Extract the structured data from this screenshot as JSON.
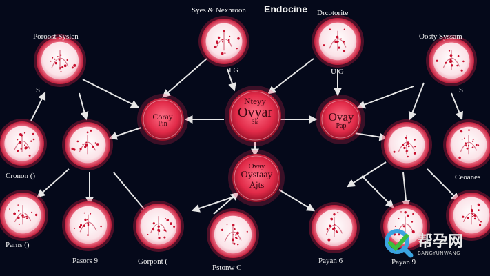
{
  "labels": {
    "top_left_title": "Syes & Nexhroon",
    "top_title": "Endocine",
    "top_right_title": "Drcotorite",
    "upper_left": "Poroost Syslen",
    "upper_right": "Oosty Syssam",
    "top_center_mark": "I G",
    "top_right_mark": "U G",
    "left_mark": "S",
    "right_mark": "S",
    "left_mid": "Cronon ()",
    "right_mid": "Ceoanes",
    "bottom_1": "Parns ()",
    "bottom_2": "Pasors 9",
    "bottom_3": "Gorpont (",
    "bottom_4": "Pstonw C",
    "bottom_5": "Payan 6",
    "bottom_6": "Payan 9"
  },
  "center_nodes": {
    "left": [
      "Coray",
      "Pin"
    ],
    "main": [
      "Nteyy",
      "Ovyar",
      "Sta"
    ],
    "right": [
      "Ovay",
      "Pap"
    ],
    "lower": [
      "Ovay",
      "Oystaay",
      "Ajts"
    ]
  },
  "watermark": {
    "text": "帮孕网",
    "sub": "BANGYUNWANG"
  },
  "colors": {
    "background": "#05091a",
    "node_red": "#e8304f",
    "node_pink": "#f3a7b6",
    "arrow": "#e6e6e6"
  }
}
